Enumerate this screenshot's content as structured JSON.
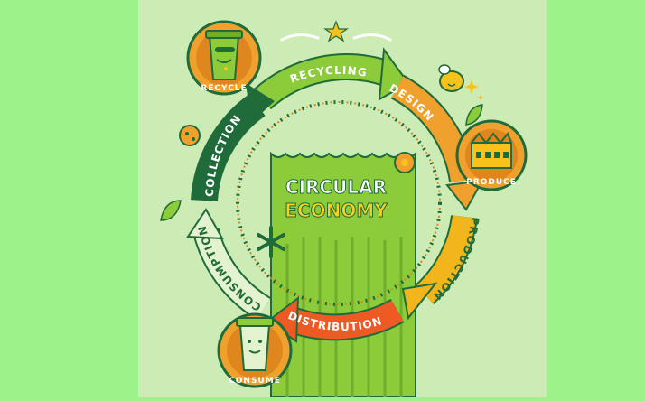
{
  "title": {
    "line1": "CIRCULAR",
    "line2": "ECONOMY"
  },
  "stages": [
    {
      "id": "recycling",
      "label": "RECYCLING",
      "color": "#8ccb3a"
    },
    {
      "id": "design",
      "label": "DESIGN",
      "color": "#f0a02c"
    },
    {
      "id": "production",
      "label": "PRODUCTION",
      "color": "#f2b51c"
    },
    {
      "id": "distribution",
      "label": "DISTRIBUTION",
      "color": "#ee5a24"
    },
    {
      "id": "consumption",
      "label": "CONSUMPTION",
      "color": "#e4f3cf"
    },
    {
      "id": "collection",
      "label": "COLLECTION",
      "color": "#1f6b3a"
    }
  ],
  "badges": {
    "recycle": "RECYCLE",
    "produce": "PRODUCE",
    "consume": "CONSUME"
  },
  "colors": {
    "side_panels": "#9ef28a",
    "poster_bg": "#cdebb4",
    "dark_green": "#1f6b3a",
    "light_green": "#8ccb3a",
    "orange": "#f0a02c",
    "red_orange": "#ee5a24",
    "yellow": "#f2b51c"
  },
  "icons": [
    "recycle-bin-character-icon",
    "factory-icon",
    "cup-character-icon",
    "bee-icon",
    "ladybug-icon",
    "leaf-icon",
    "flower-icon",
    "sparkle-icon",
    "star-icon"
  ]
}
